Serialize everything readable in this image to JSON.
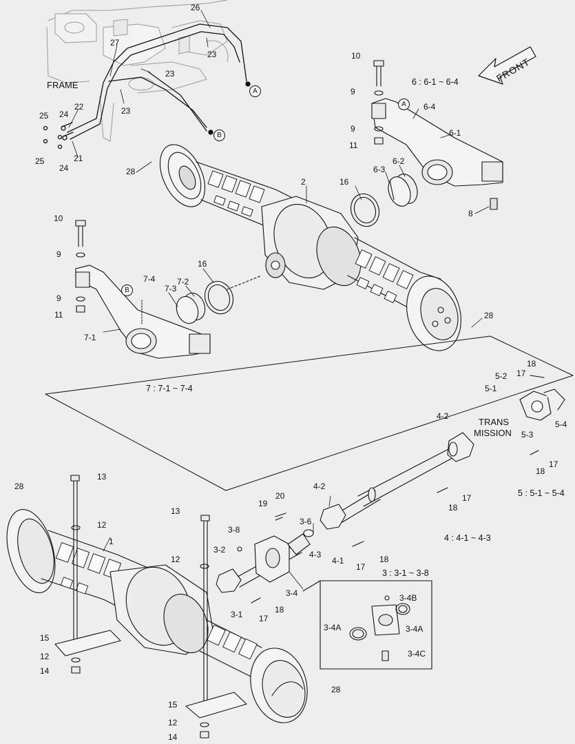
{
  "diagram": {
    "front_label": "FRONT",
    "frame_label": "FRAME",
    "trans_label_line1": "TRANS",
    "trans_label_line2": "MISSION",
    "groups": {
      "g6": "6 : 6-1 ~ 6-4",
      "g7": "7 : 7-1 ~ 7-4",
      "g5": "5 : 5-1 ~ 5-4",
      "g4": "4 : 4-1 ~ 4-3",
      "g3": "3 : 3-1 ~ 3-8"
    },
    "refs": {
      "A": "A",
      "B": "B"
    },
    "callouts": [
      "26",
      "27",
      "23",
      "23",
      "23",
      "22",
      "21",
      "24",
      "24",
      "25",
      "25",
      "28",
      "10",
      "9",
      "9",
      "11",
      "6-4",
      "6-1",
      "6-2",
      "6-3",
      "16",
      "2",
      "8",
      "10",
      "9",
      "7-4",
      "7-2",
      "7-3",
      "16",
      "9",
      "11",
      "7-1",
      "28",
      "18",
      "17",
      "5-2",
      "5-1",
      "5-4",
      "5-3",
      "17",
      "18",
      "4-2",
      "17",
      "18",
      "28",
      "13",
      "12",
      "1",
      "13",
      "3-8",
      "19",
      "20",
      "3-6",
      "4-2",
      "4-3",
      "4-1",
      "17",
      "18",
      "3-2",
      "12",
      "3-1",
      "17",
      "18",
      "3-4",
      "3-4B",
      "3-4A",
      "3-4A",
      "3-4C",
      "15",
      "12",
      "14",
      "28",
      "15",
      "12",
      "14"
    ]
  }
}
